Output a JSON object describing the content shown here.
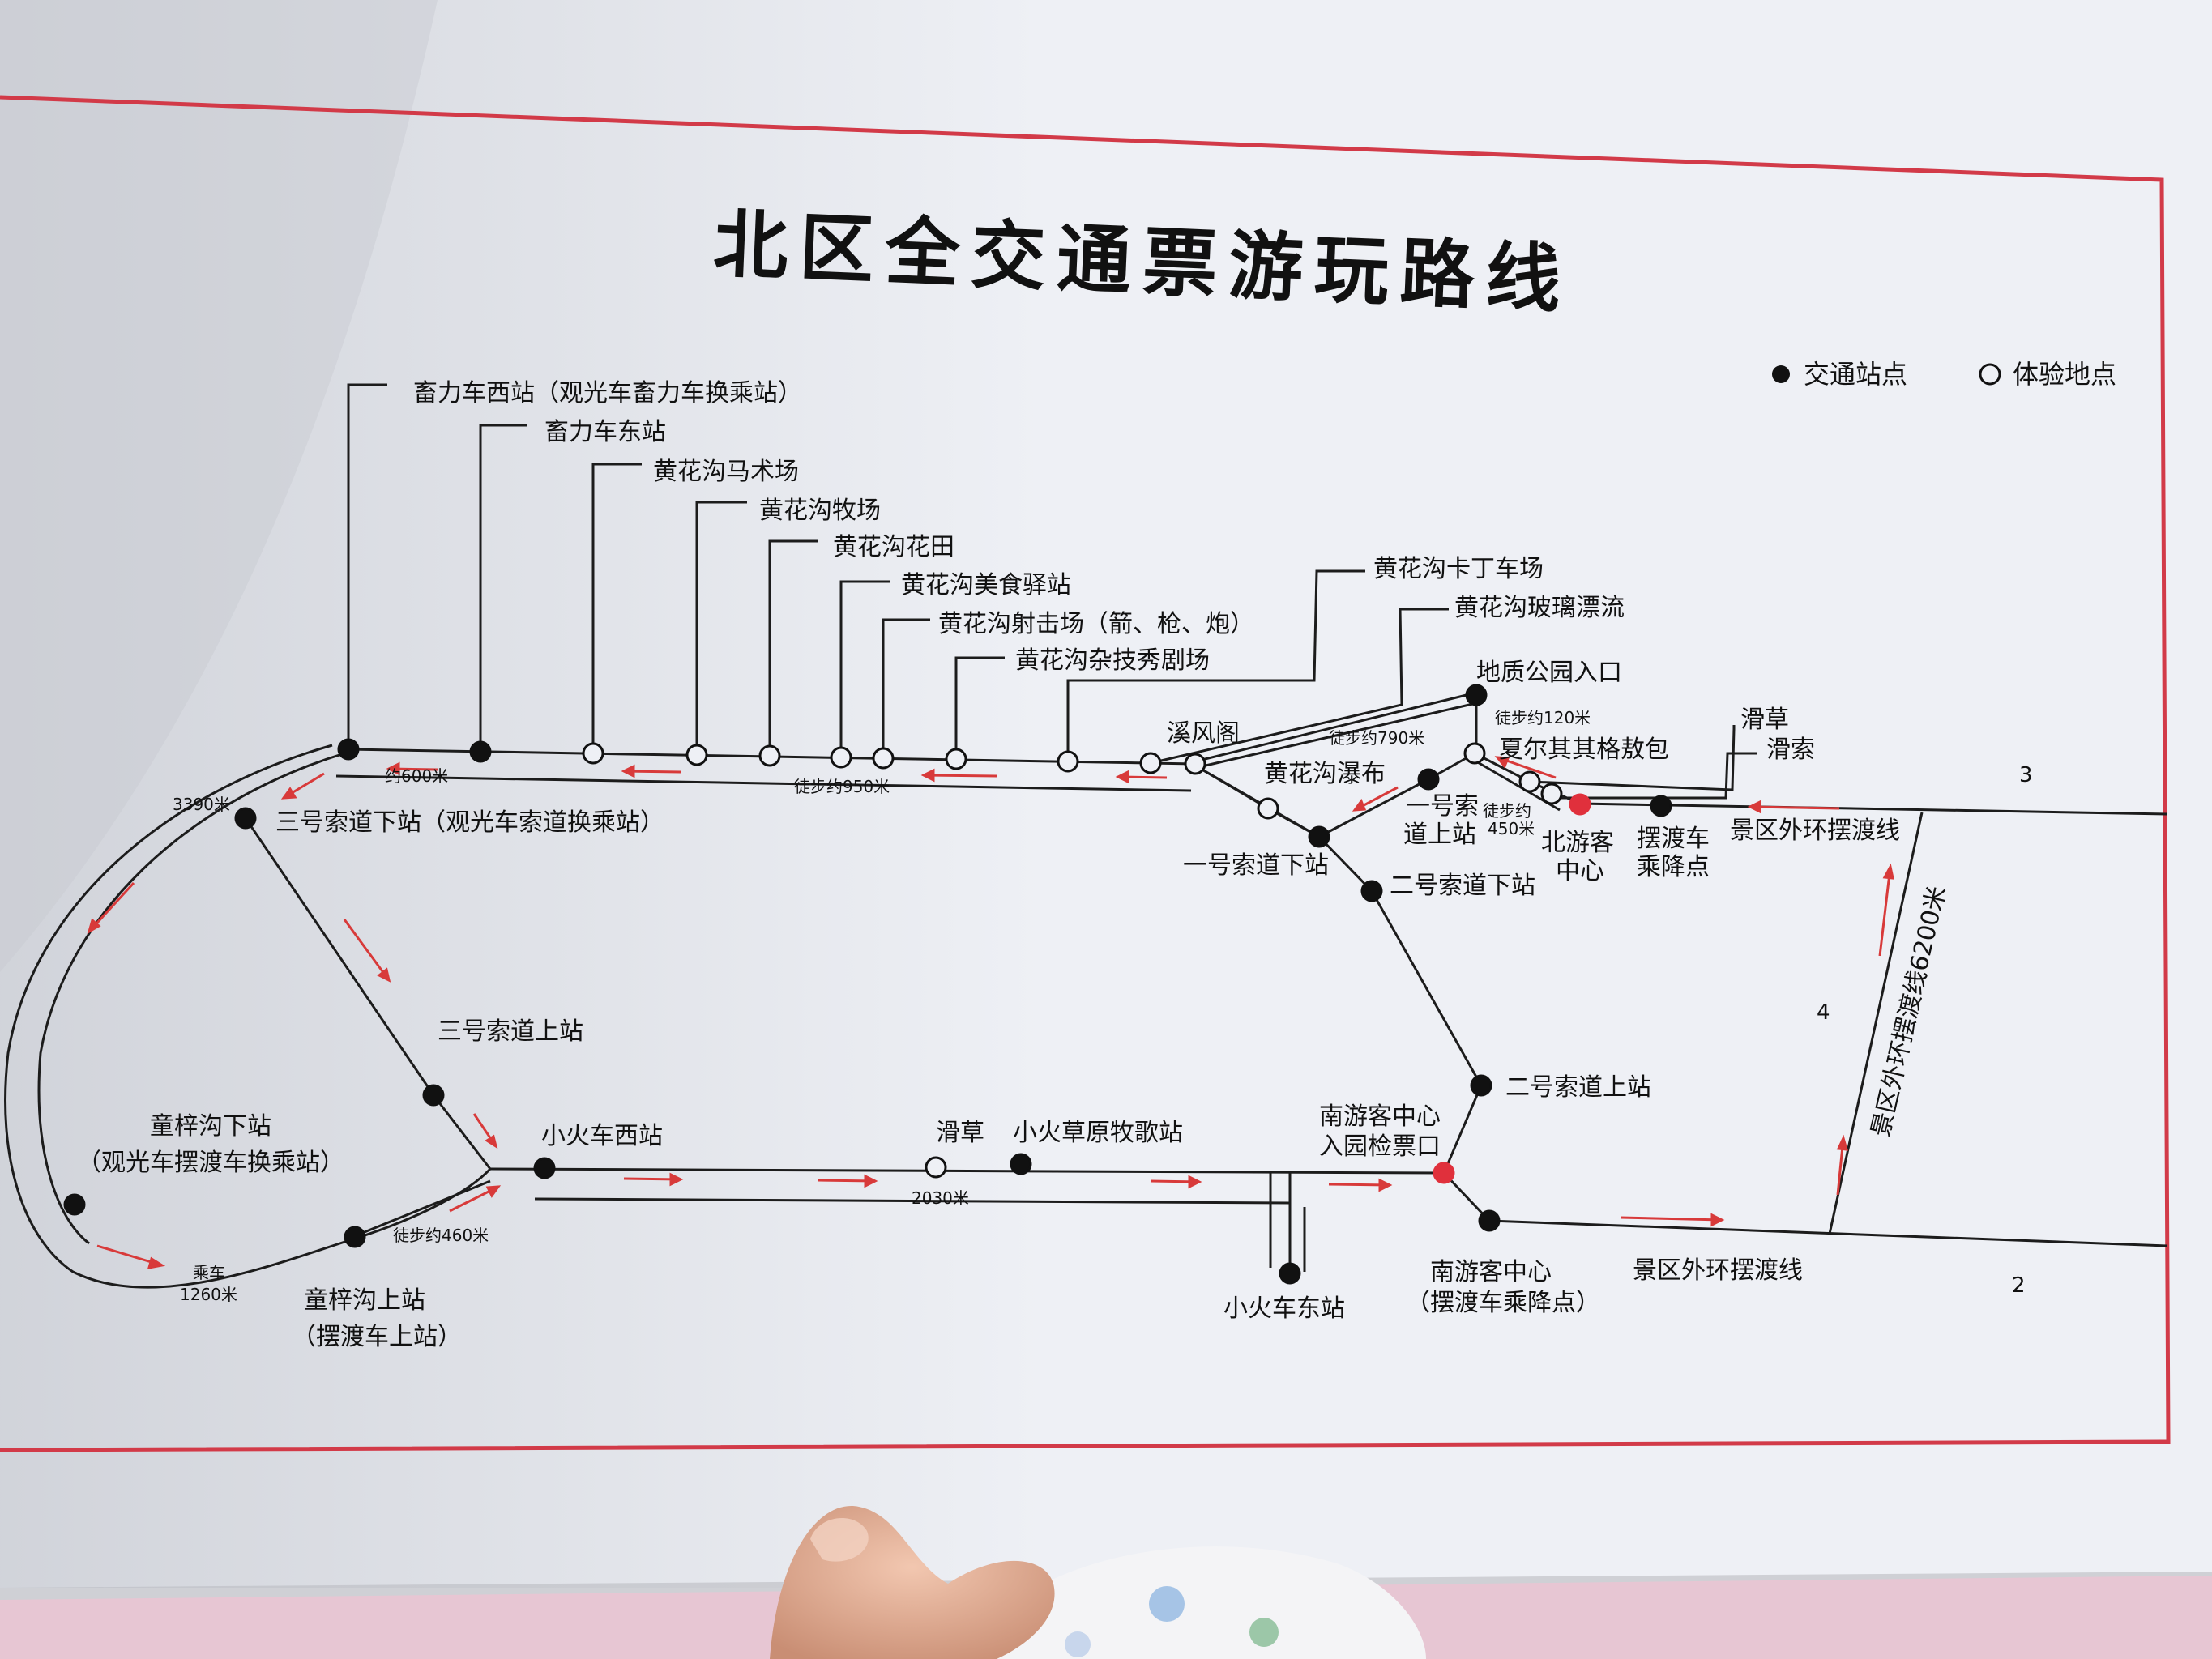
{
  "title": "北区全交通票游玩路线",
  "legend": {
    "transport": "交通站点",
    "experience": "体验地点"
  },
  "colors": {
    "paper": "#eef0f5",
    "border": "#d23a48",
    "line": "#1c1c1c",
    "arrow": "#d83a3a",
    "red_dot": "#e0303c"
  },
  "top_branch_labels": [
    "畜力车西站（观光车畜力车换乘站）",
    "畜力车东站",
    "黄花沟马术场",
    "黄花沟牧场",
    "黄花沟花田",
    "黄花沟美食驿站",
    "黄花沟射击场（箭、枪、炮）",
    "黄花沟杂技秀剧场",
    "黄花沟卡丁车场",
    "黄花沟玻璃漂流"
  ],
  "stations": {
    "xifengge": "溪风阁",
    "geopark": "地质公园入口",
    "xiaer": "夏尔其其格敖包",
    "huahcao_top": "滑草",
    "huasuo": "滑索",
    "waterfall": "黄花沟瀑布",
    "cable1_up_a": "一号索",
    "cable1_up_b": "道上站",
    "north_center_a": "北游客",
    "north_center_b": "中心",
    "shuttle_stop_a": "摆渡车",
    "shuttle_stop_b": "乘降点",
    "outer_line_top": "景区外环摆渡线",
    "cable1_down": "一号索道下站",
    "cable2_down": "二号索道下站",
    "cable3_down": "三号索道下站（观光车索道换乘站）",
    "cable3_up": "三号索道上站",
    "tongzi_down_a": "童梓沟下站",
    "tongzi_down_b": "（观光车摆渡车换乘站）",
    "tongzi_up_a": "童梓沟上站",
    "tongzi_up_b": "（摆渡车上站）",
    "train_west": "小火车西站",
    "huacao_bottom": "滑草",
    "xiaohuocao": "小火草原牧歌站",
    "south_gate_a": "南游客中心",
    "south_gate_b": "入园检票口",
    "cable2_up": "二号索道上站",
    "train_east": "小火车东站",
    "south_center_a": "南游客中心",
    "south_center_b": "（摆渡车乘降点）",
    "outer_line_bottom": "景区外环摆渡线",
    "outer_line_vertical": "景区外环摆渡线6200米"
  },
  "distances": {
    "d600": "约600米",
    "d950": "徒步约950米",
    "d790": "徒步约790米",
    "d120": "徒步约120米",
    "d450_a": "徒步约",
    "d450_b": "450米",
    "d3390": "3390米",
    "d460": "徒步约460米",
    "d2030": "2030米",
    "d1260_a": "乘车",
    "d1260_b": "1260米"
  },
  "numbers": {
    "n2": "2",
    "n3": "3",
    "n4": "4"
  }
}
